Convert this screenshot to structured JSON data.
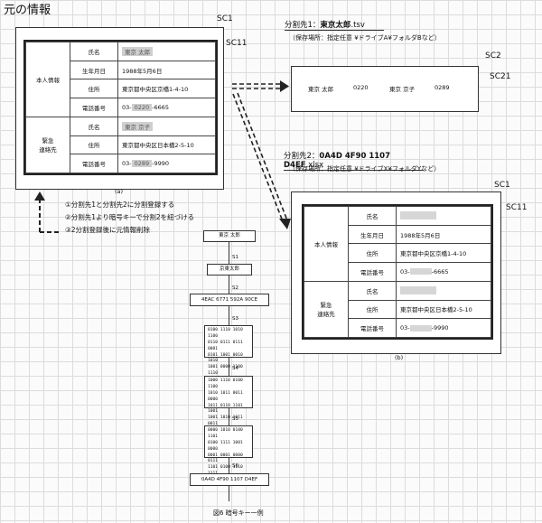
{
  "page_title": "元の情報",
  "labels": {
    "sc1_a": "SC1",
    "sc11_a": "SC11",
    "sc2": "SC2",
    "sc21": "SC21",
    "sc1_b": "SC1",
    "sc11_b": "SC11",
    "s1": "S1",
    "s2": "S2",
    "s3": "S3",
    "s4": "S4",
    "s5": "S5",
    "s6": "S6"
  },
  "table_a": {
    "group1": "本人情報",
    "group2": "緊急\n連絡先",
    "rows": [
      {
        "field": "氏名",
        "value": "東京 太郎"
      },
      {
        "field": "生年月日",
        "value": "1988年5月6日"
      },
      {
        "field": "住所",
        "value": "東京都中央区京橋1-4-10"
      },
      {
        "field": "電話番号",
        "value_pre": "03-",
        "value_mask": "0220",
        "value_post": "-6665"
      },
      {
        "field": "氏名",
        "value": "東京 京子"
      },
      {
        "field": "住所",
        "value": "東京都中央区日本橋2-5-10"
      },
      {
        "field": "電話番号",
        "value_pre": "03-",
        "value_mask": "0289",
        "value_post": "-9990"
      }
    ],
    "caption": "(a)"
  },
  "dest1": {
    "heading_prefix": "分割先1：",
    "heading_bold": "東京太郎",
    "heading_suffix": ".tsv",
    "storage": "（保存場所：指定任意 ¥ドライブA¥フォルダBなど）",
    "content": [
      "東京 太郎",
      "0220",
      "東京 京子",
      "0289"
    ]
  },
  "dest2": {
    "heading_prefix": "分割先2：",
    "heading_bold": "0A4D 4F90 1107 D4EF",
    "heading_suffix": ".xlsx",
    "storage": "（保存場所：指定任意 ¥ドライブX¥フォルダYなど）"
  },
  "table_b": {
    "group1": "本人情報",
    "group2": "緊急\n連絡先",
    "rows": [
      {
        "field": "氏名",
        "value": ""
      },
      {
        "field": "生年月日",
        "value": "1988年5月6日"
      },
      {
        "field": "住所",
        "value": "東京都中央区京橋1-4-10"
      },
      {
        "field": "電話番号",
        "value_pre": "03-",
        "value_post": "-6665"
      },
      {
        "field": "氏名",
        "value": ""
      },
      {
        "field": "住所",
        "value": "東京都中央区日本橋2-5-10"
      },
      {
        "field": "電話番号",
        "value_pre": "03-",
        "value_post": "-9990"
      }
    ],
    "caption": "(b)"
  },
  "steps_list": [
    "①分割先1と分割先2に分割登録する",
    "②分割先1より暗号キーで分割2を紐づける",
    "③2分割登録後に元情報削除"
  ],
  "flow": {
    "top": "東京 太郎",
    "b1": "京東太郎",
    "b2": "4EAC 6771 592A 90CE",
    "b3": [
      "0100 1110 1010 1100",
      "0110 0111 0111 0001",
      "0101 1001 0010 1010",
      "1001 0000 1100 1110"
    ],
    "b4": [
      "1000 1110 0100 1100",
      "1010 1011 0011 0000",
      "1011 0110 1101 1001",
      "1001 1010 1011 0011"
    ],
    "b5": [
      "0000 1010 0100 1101",
      "0100 1111 1001 0000",
      "0001 0001 0000 0111",
      "1101 0100 1110 1111"
    ],
    "b6": "0A4D 4F90 1107 D4EF"
  },
  "figure_caption": "図6 暗号キー一例"
}
